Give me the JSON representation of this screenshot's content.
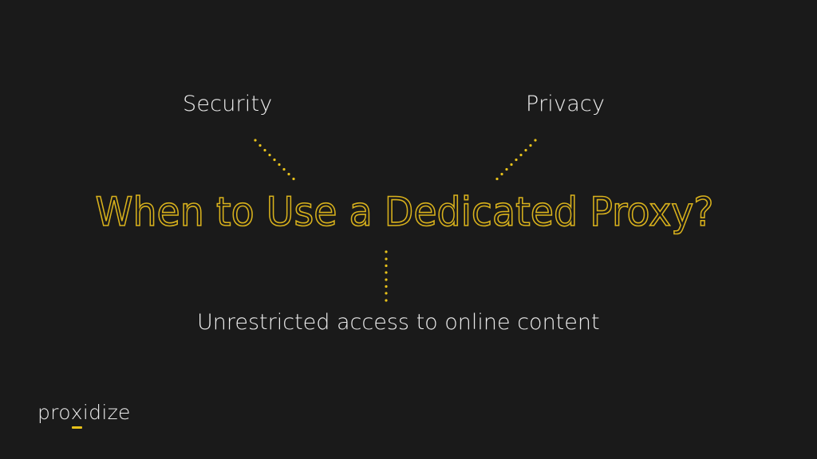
{
  "slide": {
    "title": "When to Use a Dedicated Proxy?",
    "branches": [
      {
        "label": "Security",
        "position": "top-left"
      },
      {
        "label": "Privacy",
        "position": "top-right"
      },
      {
        "label": "Unrestricted access to online content",
        "position": "bottom"
      }
    ],
    "colors": {
      "background": "#1a1a1a",
      "accent": "#e8c21a",
      "text": "#ececec"
    }
  },
  "logo": {
    "prefix": "pro",
    "highlight": "x",
    "suffix": "idize"
  }
}
